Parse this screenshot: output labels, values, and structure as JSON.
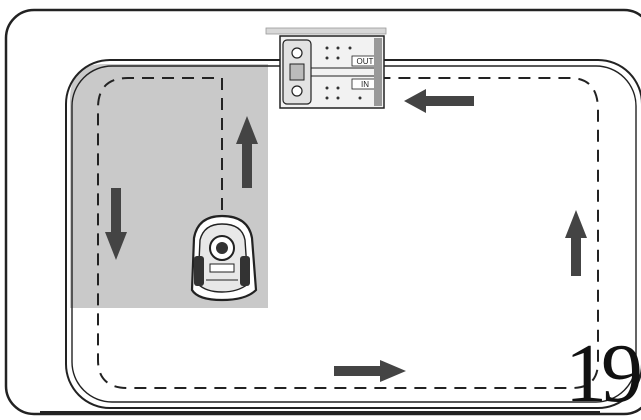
{
  "diagram": {
    "station": {
      "out_label": "OUT",
      "in_label": "IN"
    },
    "arrows": [
      {
        "name": "arrow-left-top",
        "direction": "left"
      },
      {
        "name": "arrow-up-left",
        "direction": "up"
      },
      {
        "name": "arrow-down-left",
        "direction": "down"
      },
      {
        "name": "arrow-right-bottom",
        "direction": "right"
      },
      {
        "name": "arrow-up-right",
        "direction": "up"
      }
    ],
    "colors": {
      "outline": "#222222",
      "shaded_area": "#c9c9c9",
      "arrow": "#444444",
      "station_fill": "#f2f2f2"
    }
  },
  "page": {
    "number": "19"
  }
}
